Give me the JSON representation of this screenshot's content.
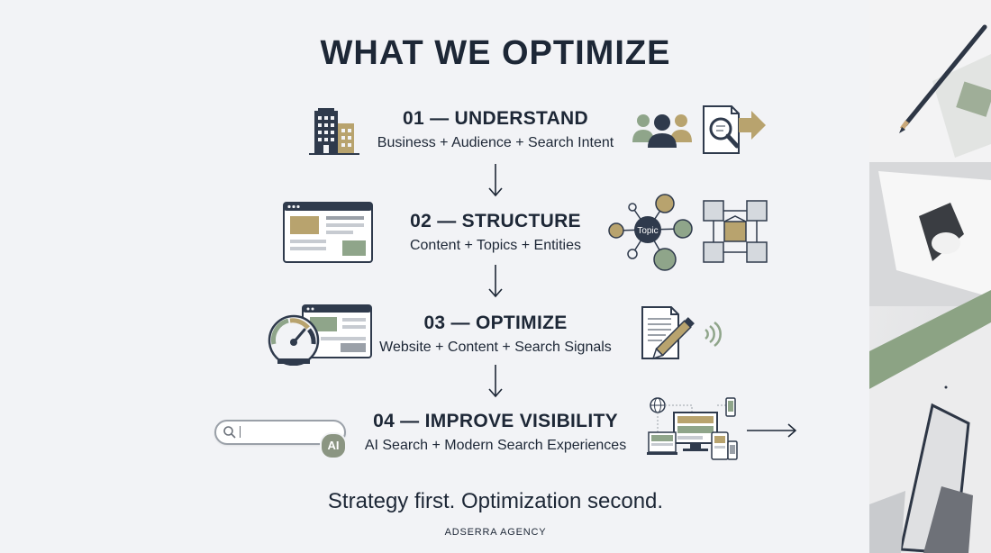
{
  "title": "WHAT WE OPTIMIZE",
  "steps": [
    {
      "heading": "01 — UNDERSTAND",
      "sub": "Business + Audience + Search Intent"
    },
    {
      "heading": "02 — STRUCTURE",
      "sub": "Content + Topics + Entities"
    },
    {
      "heading": "03 — OPTIMIZE",
      "sub": "Website + Content + Search Signals"
    },
    {
      "heading": "04 — IMPROVE VISIBILITY",
      "sub": "AI Search + Modern Search Experiences"
    }
  ],
  "icons": {
    "topic_label": "Topic",
    "ai_badge": "AI"
  },
  "footer": {
    "tagline": "Strategy first. Optimization second.",
    "brand": "ADSERRA AGENCY"
  },
  "colors": {
    "navy": "#1d2736",
    "sage": "#8fa58a",
    "tan": "#b8a36e",
    "grey": "#9aa0a8"
  }
}
